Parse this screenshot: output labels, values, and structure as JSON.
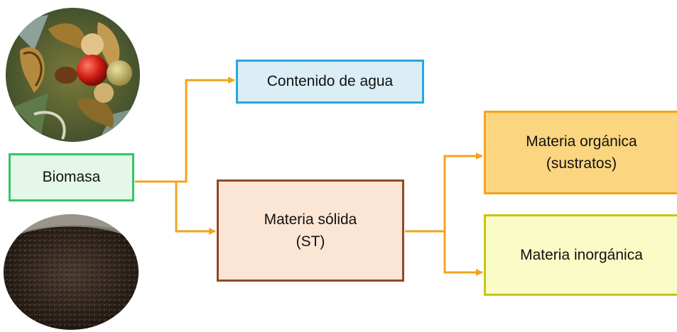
{
  "nodes": {
    "biomasa": "Biomasa",
    "agua": "Contenido de agua",
    "solida_line1": "Materia sólida",
    "solida_line2": "(ST)",
    "organica_line1": "Materia orgánica",
    "organica_line2": "(sustratos)",
    "inorganica": "Materia inorgánica"
  },
  "colors": {
    "arrow": "#f4a31c",
    "biomasa_border": "#34c46a",
    "agua_border": "#27a8de",
    "solida_border": "#8f4a23",
    "organica_border": "#f5a31d",
    "inorganica_border": "#c9c514"
  },
  "images": {
    "top": "food-waste-photo",
    "bottom": "compost-soil-photo"
  }
}
